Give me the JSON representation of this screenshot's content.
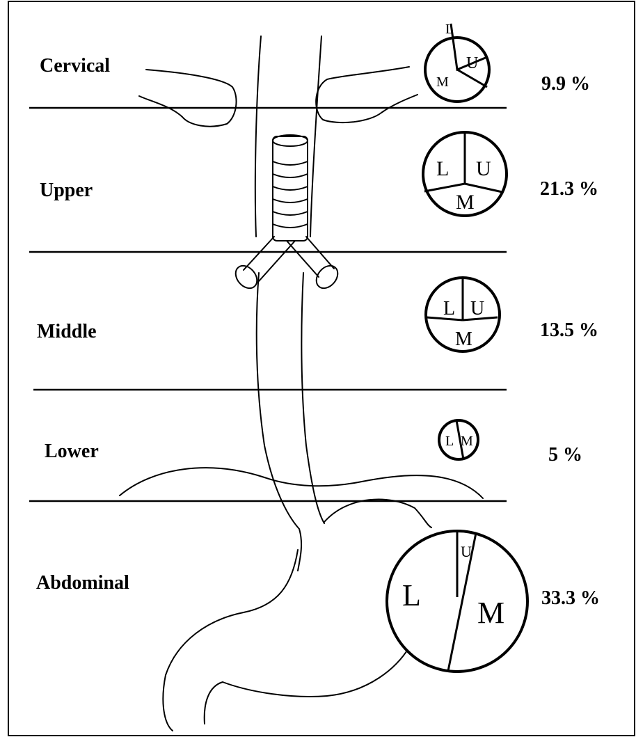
{
  "regions": [
    {
      "label": "Cervical",
      "percent": "9.9 %",
      "value": 9.9,
      "segments": [
        {
          "label": "L"
        },
        {
          "label": "U"
        },
        {
          "label": "M"
        }
      ]
    },
    {
      "label": "Upper",
      "percent": "21.3 %",
      "value": 21.3,
      "segments": [
        {
          "label": "L"
        },
        {
          "label": "U"
        },
        {
          "label": "M"
        }
      ]
    },
    {
      "label": "Middle",
      "percent": "13.5 %",
      "value": 13.5,
      "segments": [
        {
          "label": "L"
        },
        {
          "label": "U"
        },
        {
          "label": "M"
        }
      ]
    },
    {
      "label": "Lower",
      "percent": "5 %",
      "value": 5,
      "segments": [
        {
          "label": "L"
        },
        {
          "label": "M"
        }
      ]
    },
    {
      "label": "Abdominal",
      "percent": "33.3 %",
      "value": 33.3,
      "segments": [
        {
          "label": "L"
        },
        {
          "label": "U"
        },
        {
          "label": "M"
        }
      ]
    }
  ],
  "colors": {
    "ink": "#000000",
    "background": "#ffffff"
  }
}
